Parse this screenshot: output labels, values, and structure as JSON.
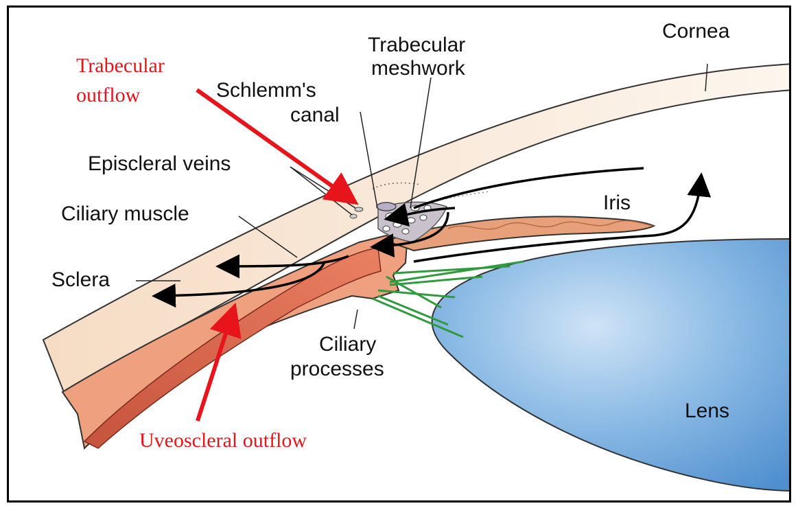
{
  "labels": {
    "cornea": "Cornea",
    "trabecular_meshwork_line1": "Trabecular",
    "trabecular_meshwork_line2": "meshwork",
    "schlemms_line1": "Schlemm's",
    "schlemms_line2": "canal",
    "episcleral_veins": "Episcleral veins",
    "ciliary_muscle": "Ciliary muscle",
    "sclera": "Sclera",
    "iris": "Iris",
    "ciliary_processes_line1": "Ciliary",
    "ciliary_processes_line2": "processes",
    "lens": "Lens"
  },
  "annotations": {
    "trabecular_outflow_line1": "Trabecular",
    "trabecular_outflow_line2": "outflow",
    "uveoscleral_outflow": "Uveoscleral outflow"
  },
  "colors": {
    "sclera": "#f5dcc5",
    "cornea": "#fbf1e6",
    "ciliary_body": "#e88f6e",
    "ciliary_muscle": "#d9674e",
    "iris": "#e6a07c",
    "lens": "#6aa6dc",
    "zonules": "#2f9a3e",
    "meshwork": "#b9b2be",
    "annotation_red": "#e8141b"
  }
}
